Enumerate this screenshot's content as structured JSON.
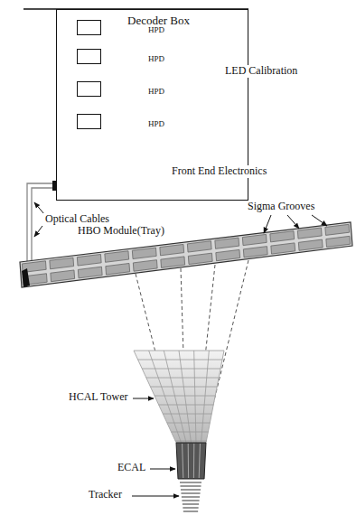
{
  "diagram": {
    "nodes": [
      {
        "text": [
          "Decoder Box"
        ]
      },
      {
        "text": [
          "HPD"
        ],
        "in": 0
      },
      {
        "text": [
          "HPD"
        ],
        "in": 0
      },
      {
        "text": [
          "HPD"
        ],
        "in": 0
      },
      {
        "text": [
          "HPD"
        ],
        "in": 0
      }
    ],
    "labels": [
      "LED Calibration",
      "Front End Electronics",
      "Optical Cables",
      "HBO Module(Tray)",
      "Sigma Grooves",
      "HCAL Tower",
      "ECAL",
      "Tracker"
    ]
  }
}
